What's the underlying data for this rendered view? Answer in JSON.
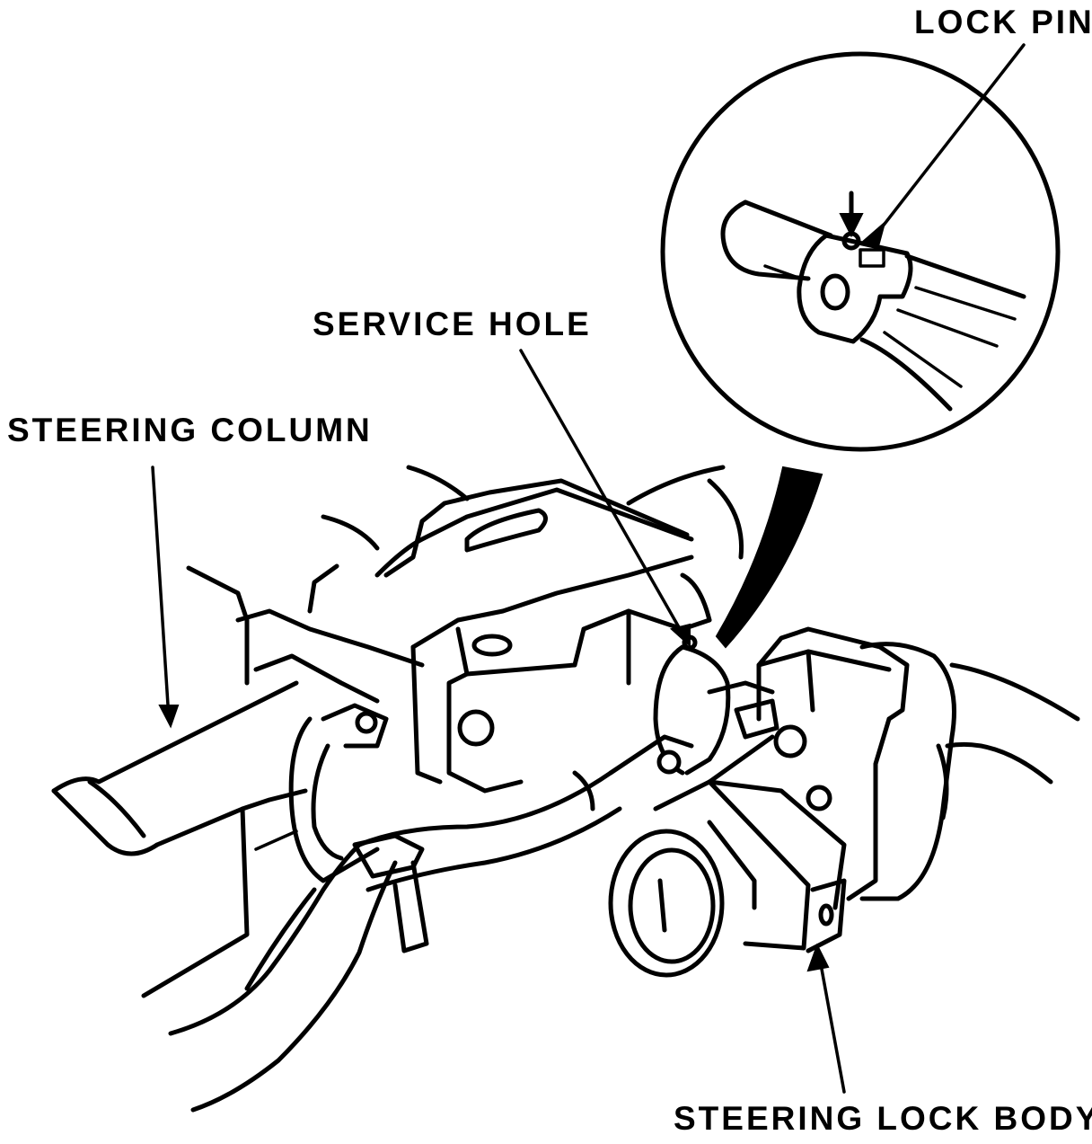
{
  "labels": {
    "lock_pin": "LOCK PIN",
    "service_hole": "SERVICE HOLE",
    "steering_column": "STEERING COLUMN",
    "steering_lock_body": "STEERING LOCK BODY"
  },
  "colors": {
    "ink": "#000000",
    "paper": "#ffffff"
  }
}
